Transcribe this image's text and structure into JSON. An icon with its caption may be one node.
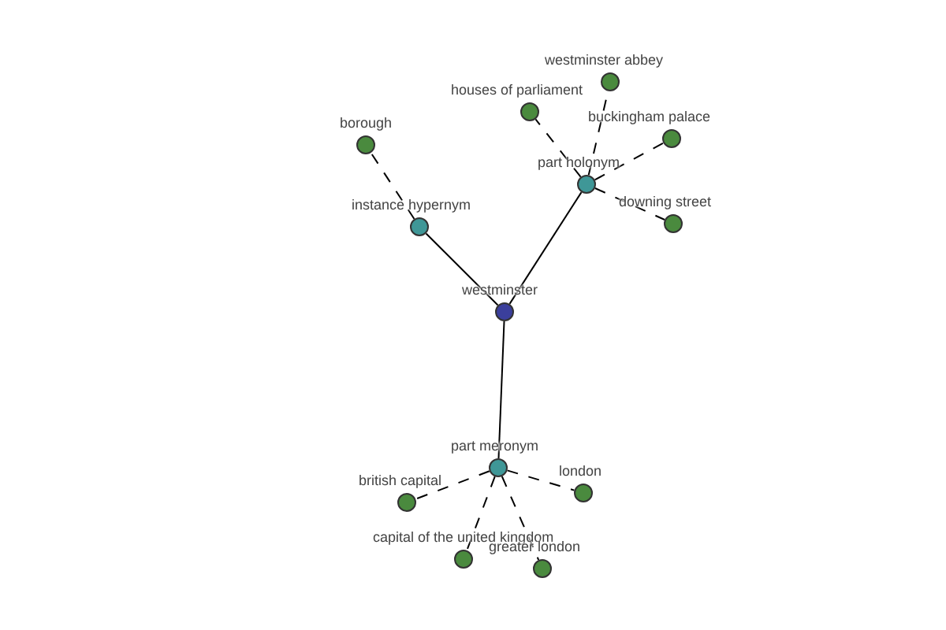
{
  "diagram": {
    "nodes": [
      {
        "text": [],
        "shape": "circle",
        "beside": [
          "westminster abbey"
        ]
      },
      {
        "text": [],
        "shape": "circle",
        "beside": [
          "houses of parliament"
        ]
      },
      {
        "text": [],
        "shape": "circle",
        "beside": [
          "buckingham palace"
        ]
      },
      {
        "text": [],
        "shape": "circle",
        "beside": [
          "borough"
        ]
      },
      {
        "text": [],
        "shape": "circle",
        "beside": [
          "part holonym"
        ]
      },
      {
        "text": [],
        "shape": "circle",
        "beside": [
          "downing street"
        ]
      },
      {
        "text": [],
        "shape": "circle",
        "beside": [
          "instance hypernym"
        ]
      },
      {
        "text": [],
        "shape": "circle",
        "beside": [
          "westminster"
        ]
      },
      {
        "text": [],
        "shape": "circle",
        "beside": [
          "part meronym"
        ]
      },
      {
        "text": [],
        "shape": "circle",
        "beside": [
          "london"
        ]
      },
      {
        "text": [],
        "shape": "circle",
        "beside": [
          "british capital"
        ]
      },
      {
        "text": [],
        "shape": "circle",
        "beside": [
          "capital of the united kingdom"
        ]
      },
      {
        "text": [],
        "shape": "circle",
        "beside": [
          "greater london"
        ]
      }
    ],
    "edges": [
      {
        "from": 7,
        "to": 6,
        "arrow": "none"
      },
      {
        "from": 7,
        "to": 4,
        "arrow": "none"
      },
      {
        "from": 7,
        "to": 8,
        "arrow": "none"
      },
      {
        "from": 6,
        "to": 3,
        "arrow": "none",
        "style": "dashed"
      },
      {
        "from": 4,
        "to": 0,
        "arrow": "none",
        "style": "dashed"
      },
      {
        "from": 4,
        "to": 1,
        "arrow": "none",
        "style": "dashed"
      },
      {
        "from": 4,
        "to": 2,
        "arrow": "none",
        "style": "dashed"
      },
      {
        "from": 4,
        "to": 5,
        "arrow": "none",
        "style": "dashed"
      },
      {
        "from": 8,
        "to": 9,
        "arrow": "none",
        "style": "dashed"
      },
      {
        "from": 8,
        "to": 10,
        "arrow": "none",
        "style": "dashed"
      },
      {
        "from": 8,
        "to": 11,
        "arrow": "none",
        "style": "dashed"
      },
      {
        "from": 8,
        "to": 12,
        "arrow": "none",
        "style": "dashed"
      }
    ]
  }
}
